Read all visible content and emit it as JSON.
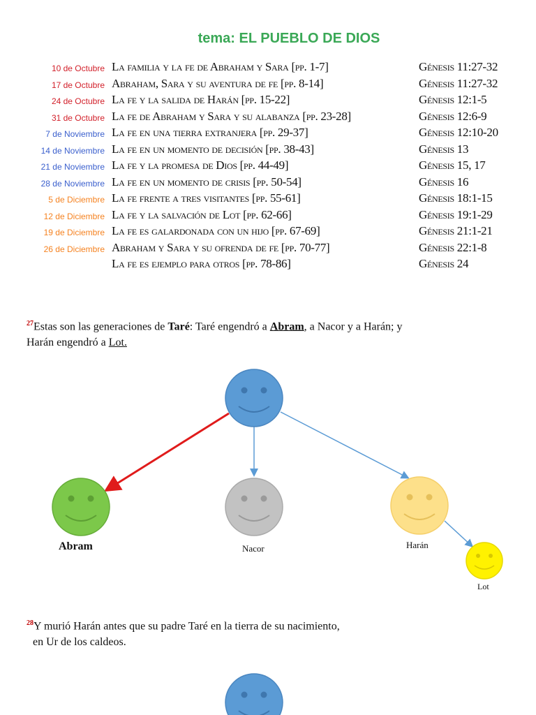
{
  "title": "tema: EL PUEBLO DE DIOS",
  "colors": {
    "title": "#3aa856",
    "red": "#d2202a",
    "blue": "#3a5fcd",
    "orange": "#f58220",
    "verse_number": "#c00000"
  },
  "schedule": [
    {
      "date": "10 de Octubre",
      "date_color": "#d2202a",
      "topic": "La familia y la fe de Abraham y Sara [pp. 1-7]",
      "ref": "Génesis 11:27-32"
    },
    {
      "date": "17 de Octubre",
      "date_color": "#d2202a",
      "topic": "Abraham, Sara y su aventura de fe [pp. 8-14]",
      "ref": "Génesis 11:27-32"
    },
    {
      "date": "24 de Octubre",
      "date_color": "#d2202a",
      "topic": "La fe y la salida de Harán [pp. 15-22]",
      "ref": "Génesis 12:1-5"
    },
    {
      "date": "31 de Octubre",
      "date_color": "#d2202a",
      "topic": "La fe de Abraham y Sara y su alabanza [pp. 23-28]",
      "ref": "Génesis 12:6-9"
    },
    {
      "date": "7 de Noviembre",
      "date_color": "#3a5fcd",
      "topic": "La fe en una tierra extranjera [pp. 29-37]",
      "ref": "Génesis 12:10-20"
    },
    {
      "date": "14 de Noviembre",
      "date_color": "#3a5fcd",
      "topic": "La fe en un momento de decisión [pp. 38-43]",
      "ref": "Génesis 13"
    },
    {
      "date": "21 de Noviembre",
      "date_color": "#3a5fcd",
      "topic": "La fe y la promesa de Dios [pp. 44-49]",
      "ref": "Génesis 15, 17"
    },
    {
      "date": "28 de Noviembre",
      "date_color": "#3a5fcd",
      "topic": "La fe en un momento de crisis [pp. 50-54]",
      "ref": "Génesis 16"
    },
    {
      "date": "5 de Diciembre",
      "date_color": "#f58220",
      "topic": "La fe frente a tres visitantes [pp. 55-61]",
      "ref": "Génesis 18:1-15"
    },
    {
      "date": "12 de Diciembre",
      "date_color": "#f58220",
      "topic": "La fe y la salvación de Lot [pp. 62-66]",
      "ref": "Génesis 19:1-29"
    },
    {
      "date": "19 de Diciembre",
      "date_color": "#f58220",
      "topic": "La fe es galardonada con un hijo [pp. 67-69]",
      "ref": "Génesis 21:1-21"
    },
    {
      "date": "26 de Diciembre",
      "date_color": "#f58220",
      "topic": "Abraham y Sara y su ofrenda de fe [pp. 70-77]",
      "ref": "Génesis 22:1-8"
    },
    {
      "date": "",
      "date_color": "#f58220",
      "topic": "La fe es ejemplo para otros [pp. 78-86]",
      "ref": "Génesis 24"
    }
  ],
  "verse27": {
    "number": "27",
    "t1": "Estas son las generaciones de ",
    "b1": "Taré",
    "t2": ": Taré engendró a ",
    "b2": "Abram",
    "t3": ", a Nacor y a Harán; y",
    "t4": "Harán engendró a ",
    "u1": "Lot."
  },
  "verse28": {
    "number": "28",
    "line1": "Y murió Harán antes que su padre Taré en la tierra de su nacimiento,",
    "line2": "en Ur de los caldeos."
  },
  "tree": {
    "labels": {
      "abram": "Abram",
      "nacor": "Nacor",
      "haran": "Harán",
      "lot": "Lot"
    },
    "colors": {
      "tare": "#5b9bd5",
      "abram": "#7cc84a",
      "nacor": "#c2c2c2",
      "haran": "#fde08a",
      "lot": "#fff200",
      "arrow_red": "#e01b1b",
      "arrow_blue": "#5b9bd5"
    }
  }
}
